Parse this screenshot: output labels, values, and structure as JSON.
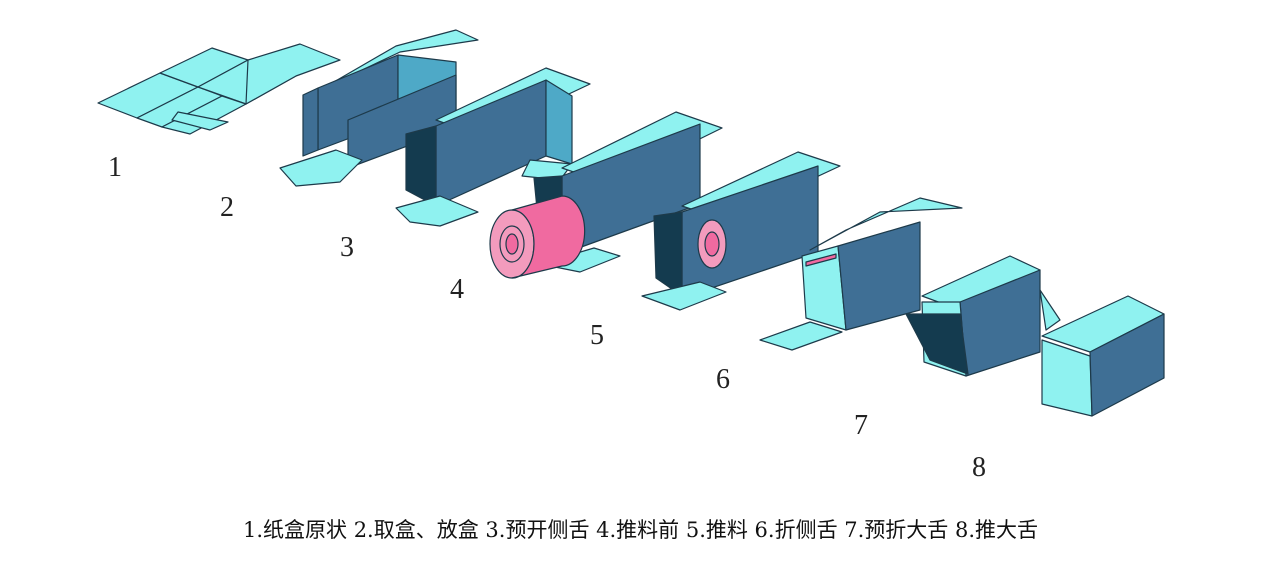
{
  "steps": [
    {
      "number": "1"
    },
    {
      "number": "2"
    },
    {
      "number": "3"
    },
    {
      "number": "4"
    },
    {
      "number": "5"
    },
    {
      "number": "6"
    },
    {
      "number": "7"
    },
    {
      "number": "8"
    }
  ],
  "caption": "1.纸盒原状  2.取盒、放盒  3.预开侧舌  4.推料前  5.推料  6.折侧舌  7.预折大舌  8.推大舌",
  "colors": {
    "flap": "#8ff2f0",
    "box_side": "#3f6f95",
    "box_shadow": "#143b4f",
    "product": "#f06aa0"
  }
}
